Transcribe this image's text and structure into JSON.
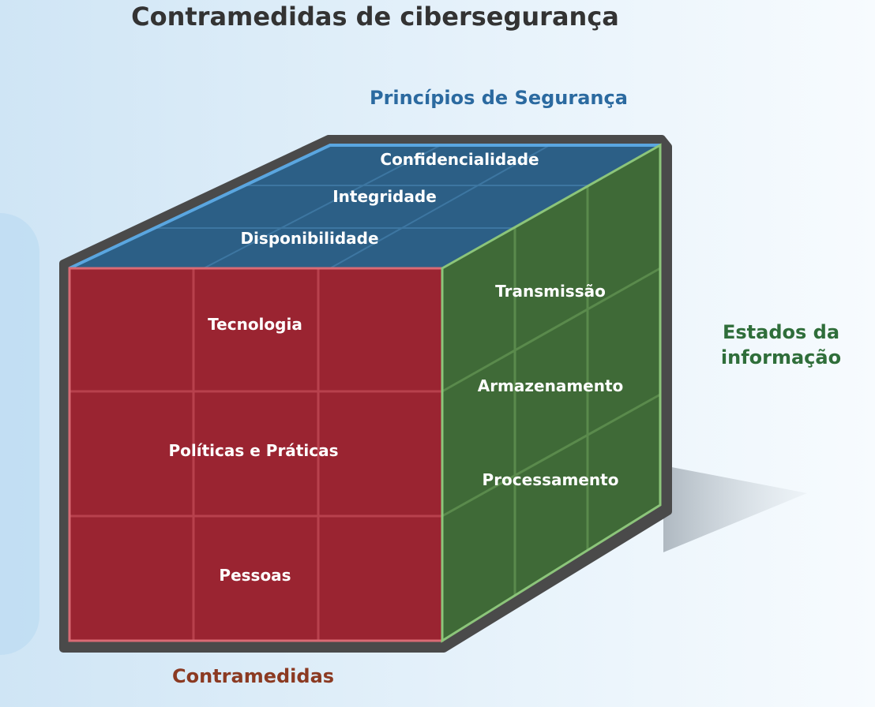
{
  "title": "Contramedidas de cibersegurança",
  "axes": {
    "top": "Princípios de Segurança",
    "right": "Estados da informação",
    "bottom": "Contramedidas"
  },
  "top_face": {
    "rows": [
      "Confidencialidade",
      "Integridade",
      "Disponibilidade"
    ],
    "color": "#2c5f86"
  },
  "front_face": {
    "rows": [
      "Tecnologia",
      "Políticas e Práticas",
      "Pessoas"
    ],
    "color": "#9a2431"
  },
  "side_face": {
    "rows": [
      "Transmissão",
      "Armazenamento",
      "Processamento"
    ],
    "color": "#3f6a37"
  },
  "colors": {
    "title": "#333333",
    "axis_top": "#2b6aa0",
    "axis_right": "#2f6e3a",
    "axis_bottom": "#8b3a22",
    "frame": "#4a4a4a"
  }
}
